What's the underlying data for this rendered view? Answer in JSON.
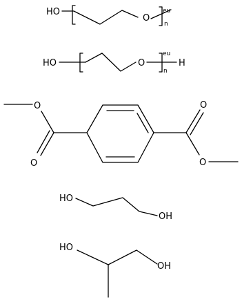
{
  "colors": {
    "background": "#ffffff",
    "ink": "#000000"
  },
  "structures": {
    "peg_methyl": {
      "hydroxyl": "HO",
      "oxygen": "O",
      "end_group": "eu",
      "repeat": "n"
    },
    "peg_h": {
      "hydroxyl": "HO",
      "oxygen": "O",
      "end_group": "eu",
      "repeat": "n",
      "terminal": "H"
    },
    "dimethyl_terephthalate": {
      "carbonyl_o_right": "O",
      "ester_o_left": "O",
      "carbonyl_o_left": "O",
      "ester_o_right": "O"
    },
    "ethylene_glycol": {
      "hydroxyl_left": "HO",
      "hydroxyl_right": "OH"
    },
    "propylene_glycol": {
      "hydroxyl_left": "HO",
      "hydroxyl_right": "OH"
    }
  }
}
